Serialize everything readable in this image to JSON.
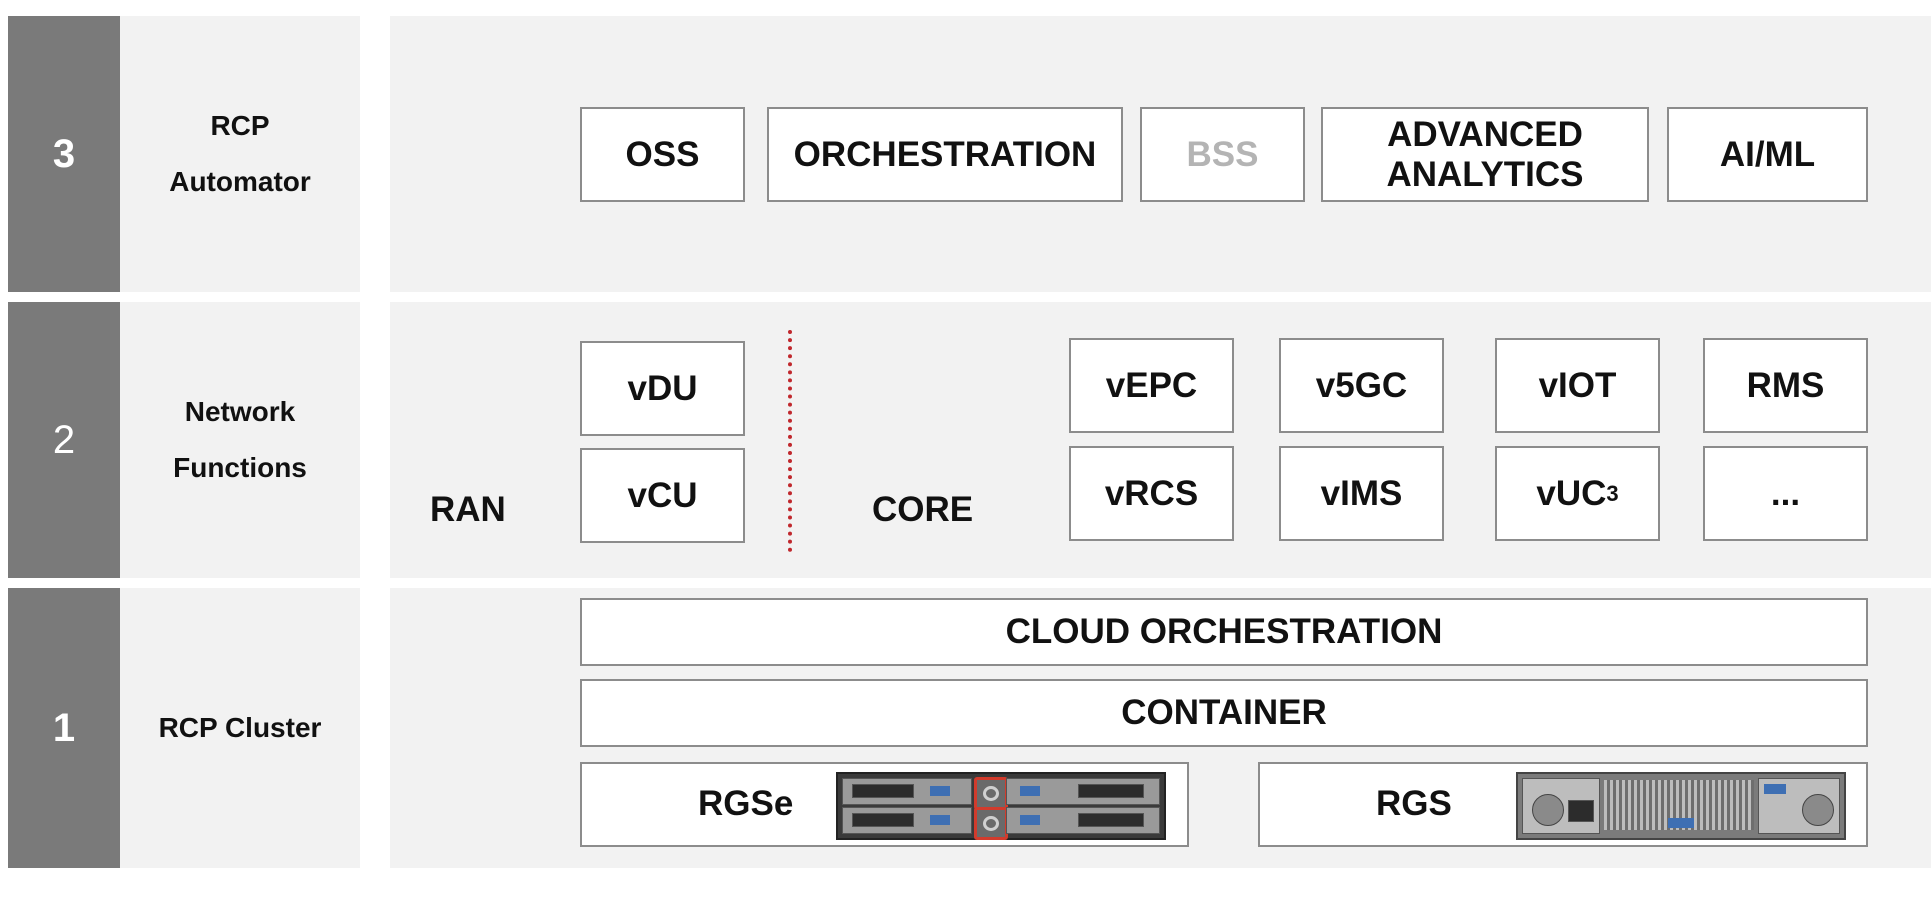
{
  "layers": [
    {
      "number": "3",
      "label_lines": [
        "RCP",
        "Automator"
      ],
      "boxes": [
        {
          "label": "OSS"
        },
        {
          "label": "ORCHESTRATION"
        },
        {
          "label": "BSS",
          "muted": true
        },
        {
          "label_lines": [
            "ADVANCED",
            "ANALYTICS"
          ]
        },
        {
          "label": "AI/ML"
        }
      ]
    },
    {
      "number": "2",
      "label_lines": [
        "Network",
        "Functions"
      ],
      "ran": {
        "label": "RAN",
        "boxes": [
          "vDU",
          "vCU"
        ]
      },
      "core": {
        "label": "CORE",
        "boxes": [
          "vEPC",
          "v5GC",
          "vIOT",
          "RMS",
          "vRCS",
          "vIMS",
          "vUC",
          "..."
        ],
        "vuc_superscript": "3"
      }
    },
    {
      "number": "1",
      "label": "RCP Cluster",
      "bars": [
        "CLOUD ORCHESTRATION",
        "CONTAINER"
      ],
      "hardware": [
        "RGSe",
        "RGS"
      ]
    }
  ],
  "colors": {
    "number_column": "#7a7a7a",
    "panel": "#f2f2f2",
    "box_border": "#8c8c8c",
    "muted_text": "#b4b4b4",
    "divider": "#c0282d"
  }
}
